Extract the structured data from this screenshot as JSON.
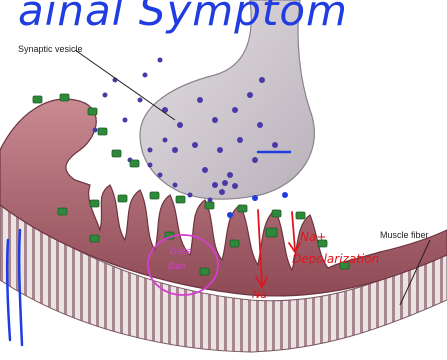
{
  "handwritten_title": "ainal Symptom",
  "labels": {
    "synaptic_vesicle": "Synaptic vesicle",
    "muscle_fiber": "Muscle fiber"
  },
  "annotations": {
    "circle_note_line1": "Gate",
    "circle_note_line2": "Bah",
    "na_plus": "Na+",
    "depolarization": "Depolarization",
    "na_left": "Na"
  },
  "colors": {
    "ink_blue": "#1f3de0",
    "nerve_terminal": "#cfc8cf",
    "muscle_pink": "#b8707a",
    "receptor_green": "#2e8a3a",
    "vesicle_purple": "#4a3aa8",
    "annotation_red": "#e0161e",
    "annotation_magenta": "#d43fd0"
  }
}
